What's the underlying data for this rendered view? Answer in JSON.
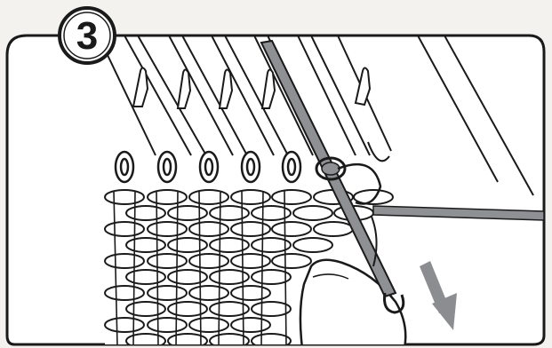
{
  "figure": {
    "step_number": "3",
    "colors": {
      "outline": "#1a1a1a",
      "paper": "#f4f2ee",
      "panel_fill": "#ffffff",
      "yarn_gray": "#8f9094",
      "arrow_gray": "#8c8d91",
      "fabric_fill": "#ffffff"
    },
    "icons": {
      "step_badge": "circled-number-3",
      "direction": "down-arrow",
      "tool": "latch-tool",
      "hand": "hand"
    }
  }
}
